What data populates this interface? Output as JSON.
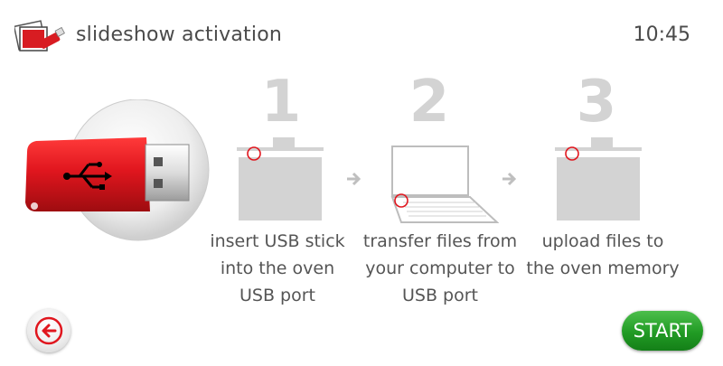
{
  "header": {
    "title": "slideshow activation",
    "time": "10:45"
  },
  "steps": [
    {
      "number": "1",
      "caption": "insert USB stick\ninto the oven\nUSB port",
      "icon": "oven-usb-port-icon"
    },
    {
      "number": "2",
      "caption": "transfer files from\nyour computer to\nUSB port",
      "icon": "laptop-icon"
    },
    {
      "number": "3",
      "caption": "upload files to\nthe oven memory",
      "icon": "oven-usb-port-icon"
    }
  ],
  "buttons": {
    "start_label": "START",
    "back_icon": "arrow-left-icon"
  },
  "icons": {
    "app_icon": "slideshow-usb-icon",
    "main_illustration": "usb-stick-icon",
    "step_arrow": "arrow-right-icon"
  },
  "colors": {
    "accent_red": "#e0161e",
    "start_green": "#2aa02c",
    "step_gray": "#d3d3d3"
  }
}
